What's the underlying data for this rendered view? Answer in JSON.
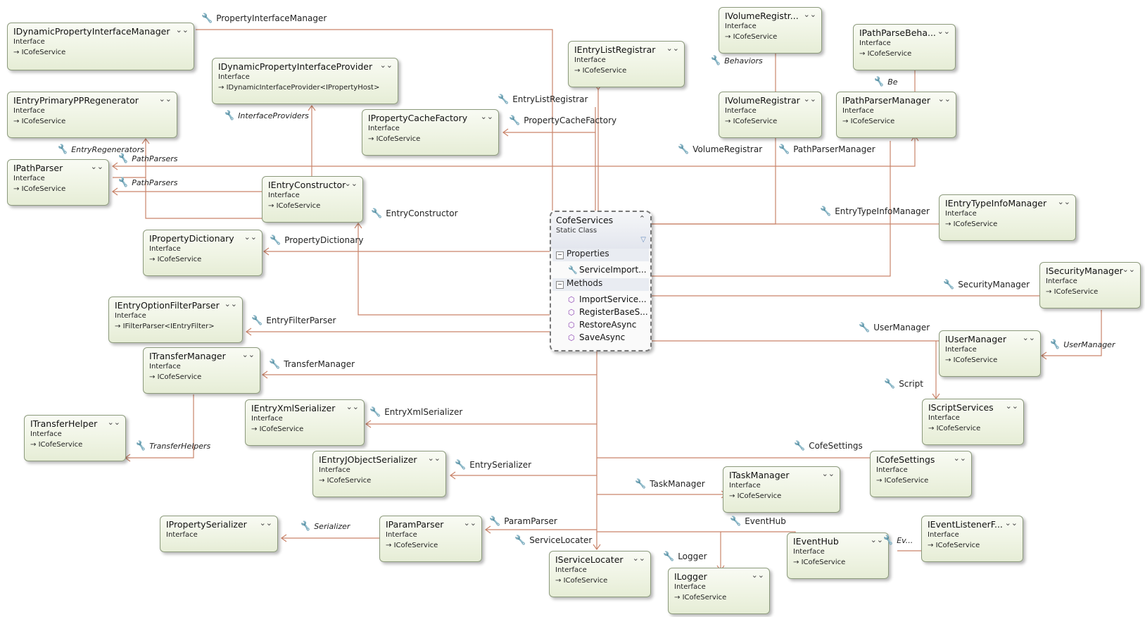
{
  "colors": {
    "connector": "#c9846a",
    "box_border": "#8c9a7c"
  },
  "icons": {
    "property": "wrench-icon",
    "method": "cube-icon",
    "toggle": "chevron-icon",
    "filter": "filter-icon"
  },
  "central": {
    "name": "CofeServices",
    "kind": "Static Class",
    "sections": [
      {
        "title": "Properties",
        "members": [
          {
            "icon": "wrench-icon",
            "label": "ServiceImport..."
          }
        ]
      },
      {
        "title": "Methods",
        "members": [
          {
            "icon": "cube-icon",
            "label": "ImportService..."
          },
          {
            "icon": "cube-plus-icon",
            "label": "RegisterBaseS..."
          },
          {
            "icon": "cube-icon",
            "label": "RestoreAsync"
          },
          {
            "icon": "cube-icon",
            "label": "SaveAsync"
          }
        ]
      }
    ]
  },
  "boxes": [
    {
      "name": "IDynamicPropertyInterfaceManager",
      "kind": "Interface",
      "impl": "ICofeService"
    },
    {
      "name": "IDynamicPropertyInterfaceProvider",
      "kind": "Interface",
      "impl": "IDynamicInterfaceProvider<IPropertyHost>"
    },
    {
      "name": "IEntryListRegistrar",
      "kind": "Interface",
      "impl": "ICofeService"
    },
    {
      "name": "IVolumeRegistr...",
      "kind": "Interface",
      "impl": "ICofeService"
    },
    {
      "name": "IPathParseBeha...",
      "kind": "Interface",
      "impl": "ICofeService"
    },
    {
      "name": "IEntryPrimaryPPRegenerator",
      "kind": "Interface",
      "impl": "ICofeService"
    },
    {
      "name": "IPropertyCacheFactory",
      "kind": "Interface",
      "impl": "ICofeService"
    },
    {
      "name": "IVolumeRegistrar",
      "kind": "Interface",
      "impl": "ICofeService"
    },
    {
      "name": "IPathParserManager",
      "kind": "Interface",
      "impl": "ICofeService"
    },
    {
      "name": "IPathParser",
      "kind": "Interface",
      "impl": "ICofeService"
    },
    {
      "name": "IEntryConstructor",
      "kind": "Interface",
      "impl": "ICofeService"
    },
    {
      "name": "IEntryTypeInfoManager",
      "kind": "Interface",
      "impl": "ICofeService"
    },
    {
      "name": "IPropertyDictionary",
      "kind": "Interface",
      "impl": "ICofeService"
    },
    {
      "name": "ISecurityManager",
      "kind": "Interface",
      "impl": "ICofeService"
    },
    {
      "name": "IEntryOptionFilterParser",
      "kind": "Interface",
      "impl": "IFilterParser<IEntryFilter>"
    },
    {
      "name": "IUserManager",
      "kind": "Interface",
      "impl": "ICofeService"
    },
    {
      "name": "ITransferManager",
      "kind": "Interface",
      "impl": "ICofeService"
    },
    {
      "name": "IEntryXmlSerializer",
      "kind": "Interface",
      "impl": "ICofeService"
    },
    {
      "name": "IScriptServices",
      "kind": "Interface",
      "impl": "ICofeService"
    },
    {
      "name": "ITransferHelper",
      "kind": "Interface",
      "impl": "ICofeService"
    },
    {
      "name": "IEntryJObjectSerializer",
      "kind": "Interface",
      "impl": "ICofeService"
    },
    {
      "name": "ICofeSettings",
      "kind": "Interface",
      "impl": "ICofeService"
    },
    {
      "name": "ITaskManager",
      "kind": "Interface",
      "impl": "ICofeService"
    },
    {
      "name": "IPropertySerializer",
      "kind": "Interface",
      "impl": ""
    },
    {
      "name": "IParamParser",
      "kind": "Interface",
      "impl": "ICofeService"
    },
    {
      "name": "IEventHub",
      "kind": "Interface",
      "impl": "ICofeService"
    },
    {
      "name": "IEventListenerF...",
      "kind": "Interface",
      "impl": "ICofeService"
    },
    {
      "name": "IServiceLocater",
      "kind": "Interface",
      "impl": "ICofeService"
    },
    {
      "name": "ILogger",
      "kind": "Interface",
      "impl": "ICofeService"
    }
  ],
  "labels": [
    {
      "text": "PropertyInterfaceManager",
      "italic": false
    },
    {
      "text": "EntryListRegistrar",
      "italic": false
    },
    {
      "text": "Behaviors",
      "italic": true
    },
    {
      "text": "Be",
      "italic": true
    },
    {
      "text": "InterfaceProviders",
      "italic": true
    },
    {
      "text": "PropertyCacheFactory",
      "italic": false
    },
    {
      "text": "EntryRegenerators",
      "italic": true
    },
    {
      "text": "PathParsers",
      "italic": true
    },
    {
      "text": "PathParsers",
      "italic": true
    },
    {
      "text": "VolumeRegistrar",
      "italic": false
    },
    {
      "text": "PathParserManager",
      "italic": false
    },
    {
      "text": "EntryConstructor",
      "italic": false
    },
    {
      "text": "EntryTypeInfoManager",
      "italic": false
    },
    {
      "text": "PropertyDictionary",
      "italic": false
    },
    {
      "text": "SecurityManager",
      "italic": false
    },
    {
      "text": "EntryFilterParser",
      "italic": false
    },
    {
      "text": "UserManager",
      "italic": false
    },
    {
      "text": "UserManager",
      "italic": true
    },
    {
      "text": "TransferManager",
      "italic": false
    },
    {
      "text": "Script",
      "italic": false
    },
    {
      "text": "EntryXmlSerializer",
      "italic": false
    },
    {
      "text": "TransferHelpers",
      "italic": true
    },
    {
      "text": "CofeSettings",
      "italic": false
    },
    {
      "text": "EntrySerializer",
      "italic": false
    },
    {
      "text": "TaskManager",
      "italic": false
    },
    {
      "text": "ParamParser",
      "italic": false
    },
    {
      "text": "EventHub",
      "italic": false
    },
    {
      "text": "Serializer",
      "italic": true
    },
    {
      "text": "ServiceLocater",
      "italic": false
    },
    {
      "text": "Ev...",
      "italic": true
    },
    {
      "text": "Logger",
      "italic": false
    }
  ]
}
